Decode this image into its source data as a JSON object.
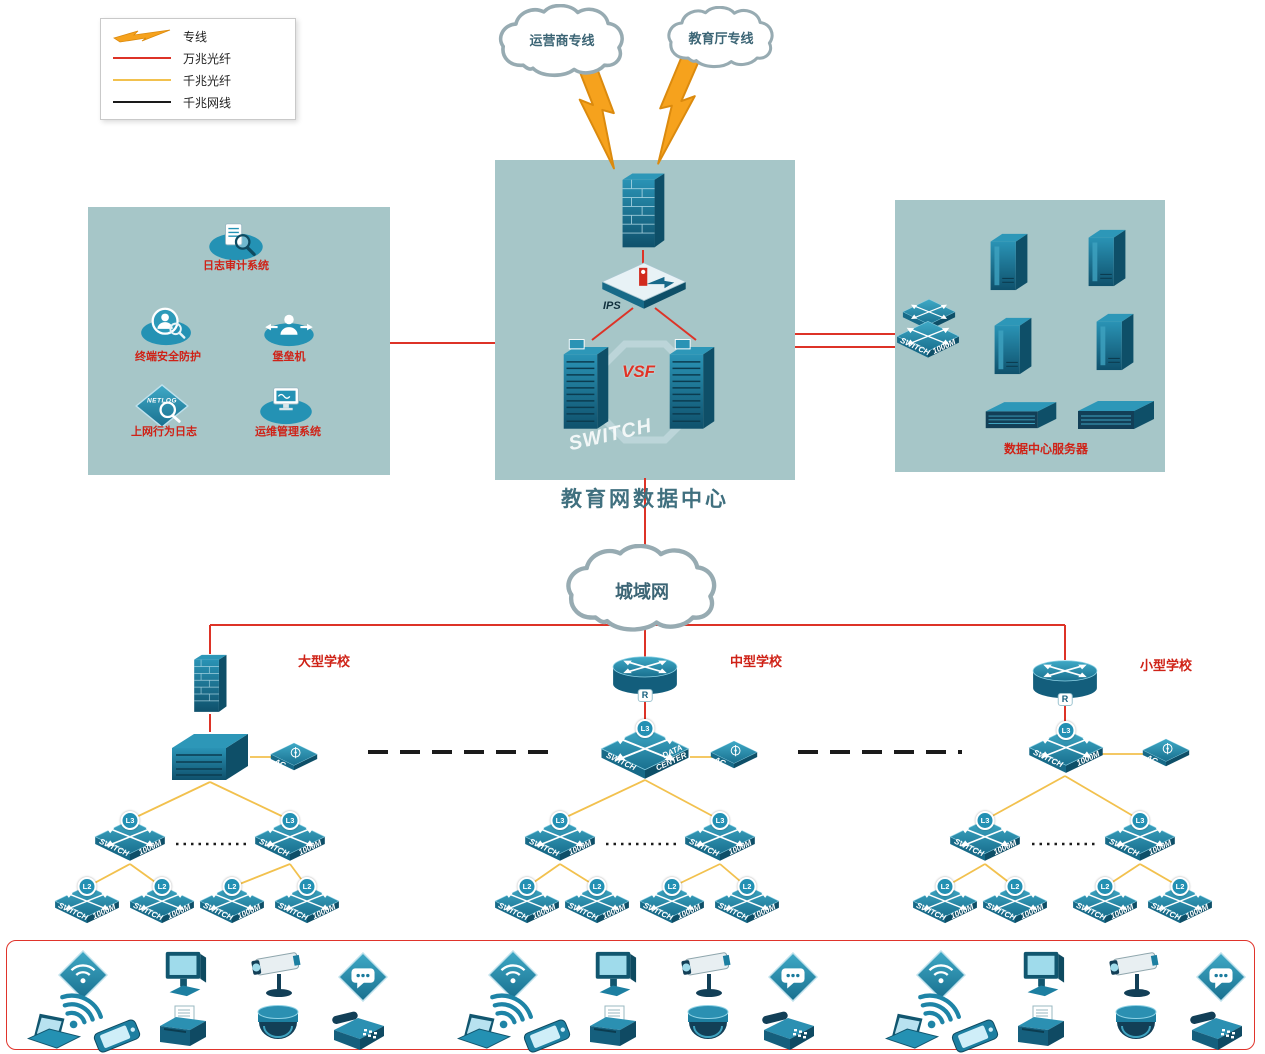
{
  "legend": {
    "items": [
      {
        "label": "专线",
        "style": "lightning",
        "color": "#f6a21d"
      },
      {
        "label": "万兆光纤",
        "style": "line",
        "color": "#dd3327"
      },
      {
        "label": "千兆光纤",
        "style": "line",
        "color": "#f2c14e"
      },
      {
        "label": "千兆网线",
        "style": "line",
        "color": "#1a1a1a"
      }
    ]
  },
  "clouds": {
    "carrier": "运营商专线",
    "education_dept": "教育厅专线",
    "man": "城域网"
  },
  "data_center": {
    "title": "教育网数据中心",
    "ips": "IPS",
    "vsf": "VSF",
    "switch_watermark": "SWITCH"
  },
  "security_panel": {
    "items": [
      "日志审计系统",
      "终端安全防护",
      "堡垒机",
      "上网行为日志",
      "运维管理系统"
    ],
    "netlog_tag": "NETLOG"
  },
  "server_panel": {
    "title": "数据中心服务器"
  },
  "schools": [
    {
      "name": "大型学校"
    },
    {
      "name": "中型学校"
    },
    {
      "name": "小型学校"
    }
  ],
  "device_labels": {
    "switch": "SWITCH",
    "speed": "1000M",
    "l3": "L3",
    "l2": "L2",
    "ac": "AC",
    "router": "R",
    "data": "DATA",
    "center": "CENTER"
  },
  "colors": {
    "line_dedicated": "#f6a21d",
    "line_10g_fiber": "#dd3327",
    "line_1g_fiber": "#f2c14e",
    "line_1g_cable": "#1a1a1a",
    "panel_bg": "#a6c6c8",
    "label_red": "#cf2217",
    "device_teal": "#2492b4"
  }
}
